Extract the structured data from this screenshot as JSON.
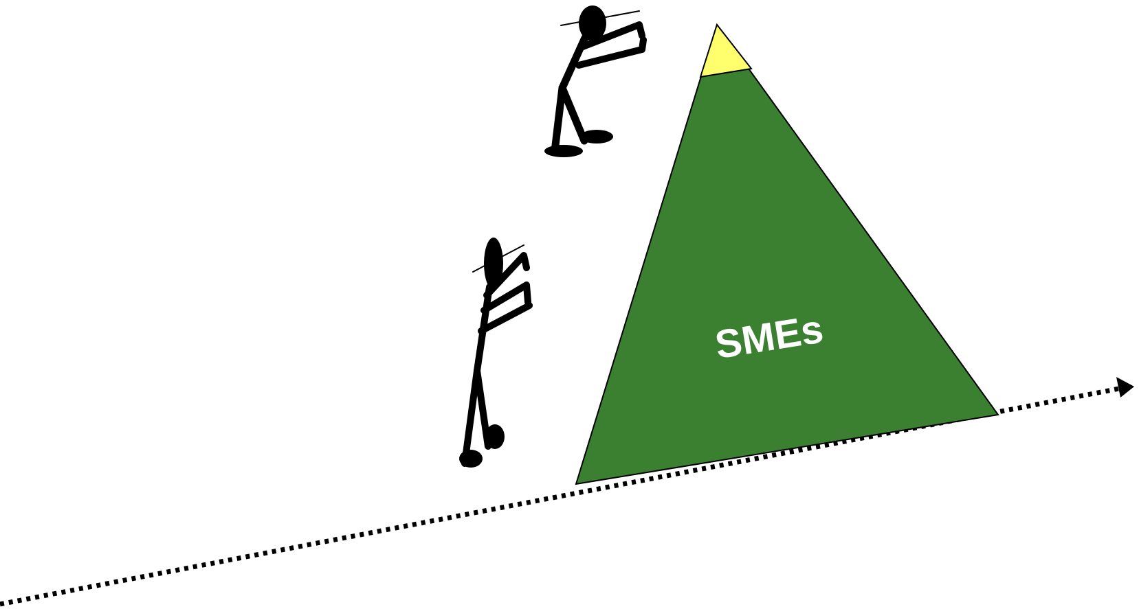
{
  "diagram": {
    "pyramid": {
      "label": "SMEs",
      "fill_color": "#3b7f31",
      "apex_color": "#ffff6e"
    },
    "figures": [
      {
        "name": "walking-figure-top"
      },
      {
        "name": "walking-figure-bottom"
      }
    ],
    "arrow": {
      "style": "dotted",
      "color": "#000000"
    }
  }
}
